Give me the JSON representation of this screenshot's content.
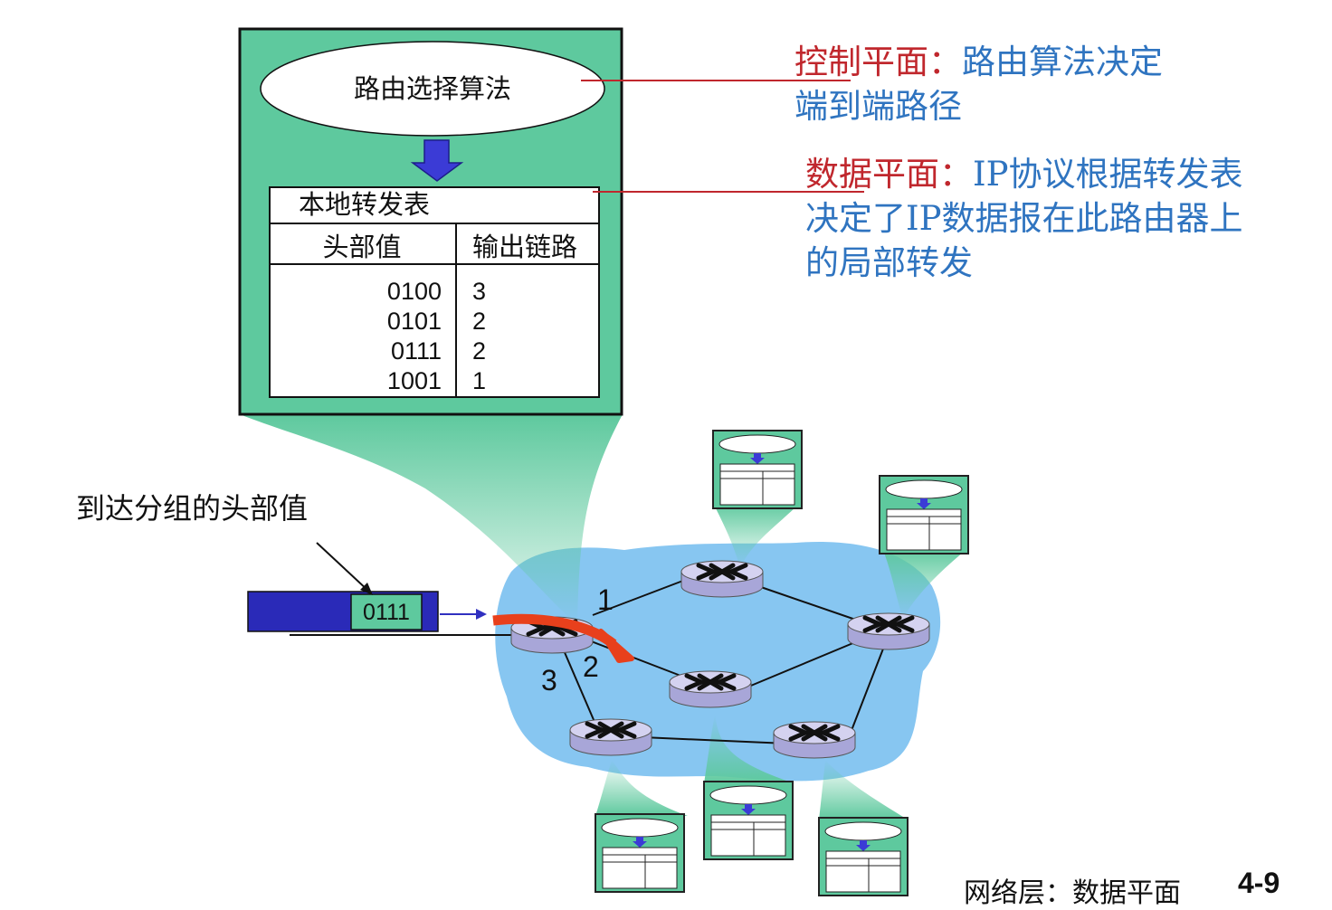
{
  "router_detail": {
    "algorithm_label": "路由选择算法",
    "table_title": "本地转发表",
    "col_header": "头部值",
    "col_link": "输出链路",
    "rows": [
      {
        "header": "0100",
        "link": "3"
      },
      {
        "header": "0101",
        "link": "2"
      },
      {
        "header": "0111",
        "link": "2"
      },
      {
        "header": "1001",
        "link": "1"
      }
    ]
  },
  "annotations": {
    "control_term": "控制平面：",
    "control_text_1": "路由算法决定",
    "control_text_2": "端到端路径",
    "data_term": "数据平面：",
    "data_text_1": "IP协议根据转发表",
    "data_text_2": "决定了IP数据报在此路由器上",
    "data_text_3": "的局部转发"
  },
  "packet": {
    "caption": "到达分组的头部值",
    "header_value": "0111"
  },
  "link_labels": {
    "link1": "1",
    "link2": "2",
    "link3": "3"
  },
  "footer": {
    "section": "网络层：数据平面",
    "page": "4-9"
  },
  "colors": {
    "router_panel": "#5ec99e",
    "network_cloud": "#87c6f1",
    "router_body": "#c9c6ec",
    "packet_body": "#2a2ab8",
    "arrow_down": "#3b3bd6",
    "forward_arrow": "#e8401c",
    "control_term": "#c0272d",
    "annotation_text": "#2f74c0",
    "leader_line": "#c0272d"
  }
}
